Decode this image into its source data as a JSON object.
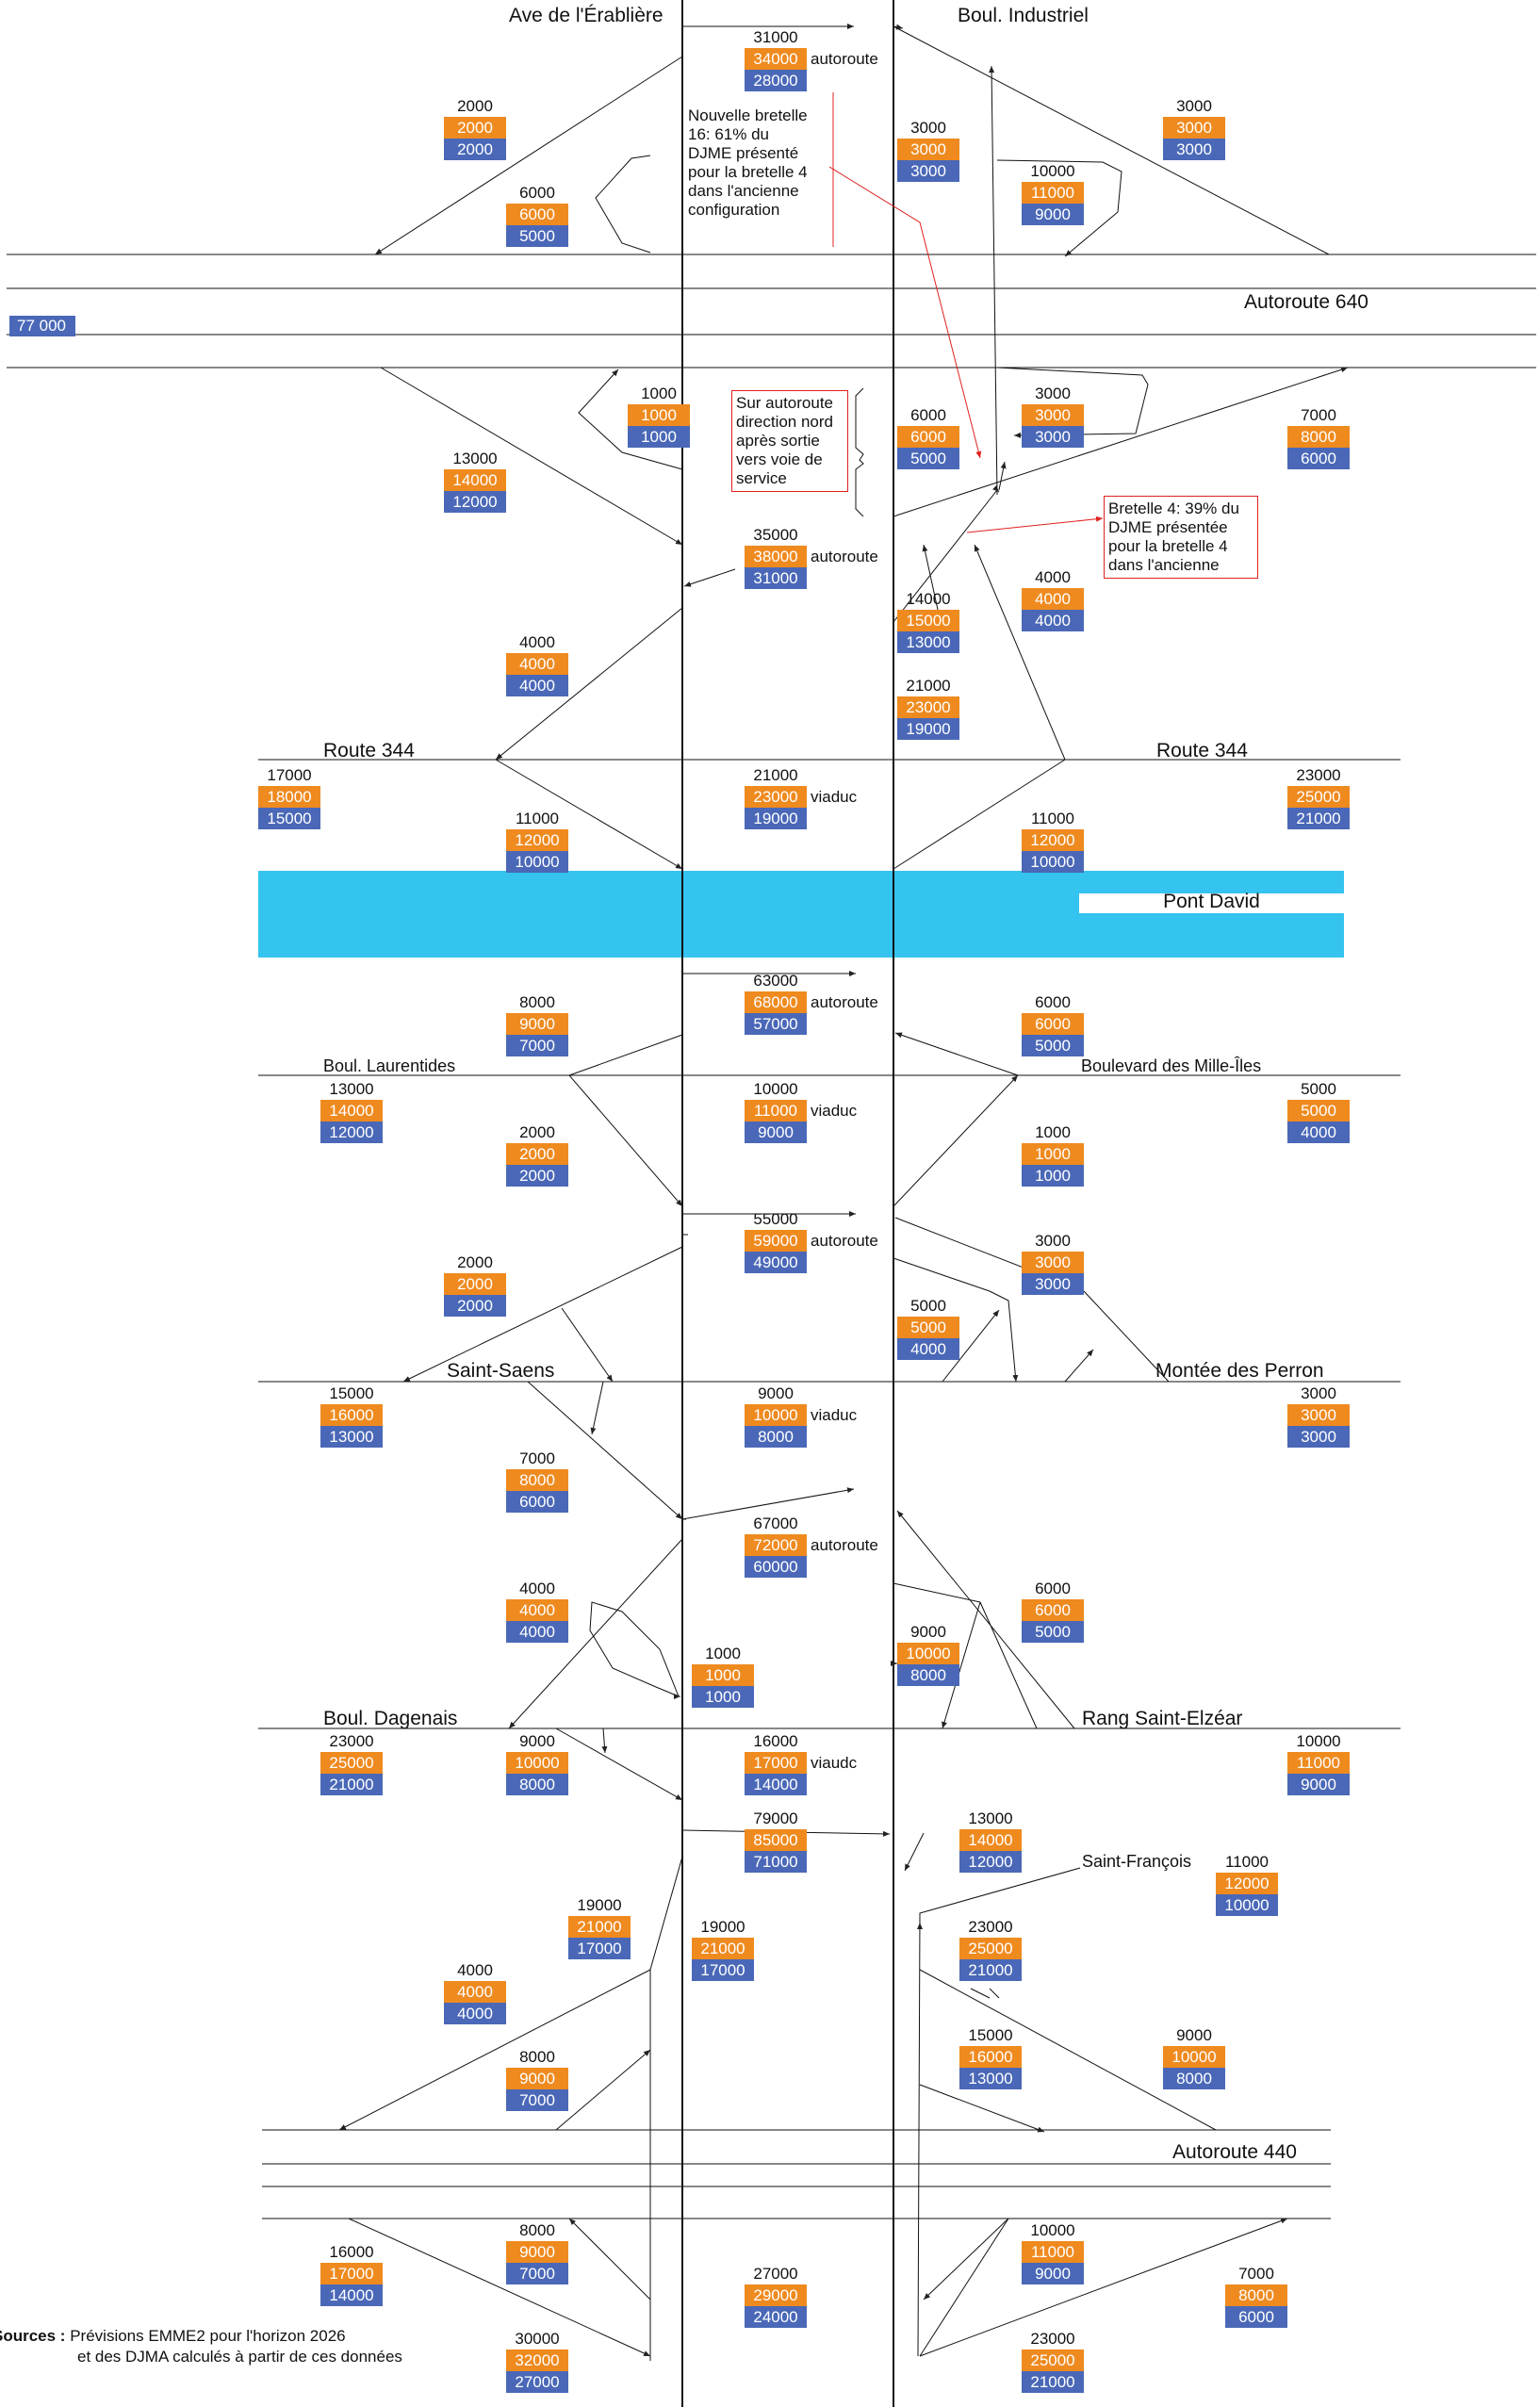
{
  "roads": {
    "erabliere": "Ave de l'Érablière",
    "industriel": "Boul. Industriel",
    "a640": "Autoroute 640",
    "r344_left": "Route 344",
    "r344_right": "Route 344",
    "pont": "Pont David",
    "laurentides": "Boul. Laurentides",
    "milleiles": "Boulevard des Mille-Îles",
    "saintsaens": "Saint-Saens",
    "perron": "Montée des Perron",
    "dagenais": "Boul. Dagenais",
    "elzear": "Rang Saint-Elzéar",
    "francois": "Saint-François",
    "a440": "Autoroute 440"
  },
  "tag_640": "77 000",
  "notes": {
    "bretelle16": "Nouvelle bretelle\n16: 61% du\nDJME présenté\npour la bretelle 4\ndans l'ancienne\nconfiguration",
    "sur_autoroute": "Sur autoroute\ndirection nord\naprès sortie\nvers voie de\nservice",
    "bretelle4": "Bretelle 4: 39% du\nDJME présentée\npour la bretelle 4\ndans l'ancienne"
  },
  "sources": {
    "label": "Sources :",
    "line1": "Prévisions EMME2 pour l'horizon 2026",
    "line2": "et des DJMA calculés à partir de ces données"
  },
  "colors": {
    "orange": "#ef8a1f",
    "blue": "#4a68b7",
    "river": "#35c3ef",
    "annotation_red": "#e02020"
  },
  "boxes": [
    {
      "id": "n1",
      "v1": "31000",
      "v2": "34000",
      "v3": "28000",
      "suffix": "autoroute"
    },
    {
      "id": "n2",
      "v1": "2000",
      "v2": "2000",
      "v3": "2000"
    },
    {
      "id": "n3",
      "v1": "6000",
      "v2": "6000",
      "v3": "5000"
    },
    {
      "id": "n4",
      "v1": "3000",
      "v2": "3000",
      "v3": "3000"
    },
    {
      "id": "n5",
      "v1": "10000",
      "v2": "11000",
      "v3": "9000"
    },
    {
      "id": "n6",
      "v1": "3000",
      "v2": "3000",
      "v3": "3000"
    },
    {
      "id": "n7",
      "v1": "1000",
      "v2": "1000",
      "v3": "1000"
    },
    {
      "id": "n8",
      "v1": "13000",
      "v2": "14000",
      "v3": "12000"
    },
    {
      "id": "n9",
      "v1": "6000",
      "v2": "6000",
      "v3": "5000"
    },
    {
      "id": "n10",
      "v1": "3000",
      "v2": "3000",
      "v3": "3000"
    },
    {
      "id": "n11",
      "v1": "7000",
      "v2": "8000",
      "v3": "6000"
    },
    {
      "id": "n12",
      "v1": "35000",
      "v2": "38000",
      "v3": "31000",
      "suffix": "autoroute"
    },
    {
      "id": "n13",
      "v1": "4000",
      "v2": "4000",
      "v3": "4000"
    },
    {
      "id": "n14",
      "v1": "14000",
      "v2": "15000",
      "v3": "13000"
    },
    {
      "id": "n15",
      "v1": "4000",
      "v2": "4000",
      "v3": "4000"
    },
    {
      "id": "n16",
      "v1": "21000",
      "v2": "23000",
      "v3": "19000"
    },
    {
      "id": "n17",
      "v1": "17000",
      "v2": "18000",
      "v3": "15000"
    },
    {
      "id": "n18",
      "v1": "21000",
      "v2": "23000",
      "v3": "19000",
      "suffix": "viaduc"
    },
    {
      "id": "n19",
      "v1": "23000",
      "v2": "25000",
      "v3": "21000"
    },
    {
      "id": "n20",
      "v1": "11000",
      "v2": "12000",
      "v3": "10000"
    },
    {
      "id": "n21",
      "v1": "11000",
      "v2": "12000",
      "v3": "10000"
    },
    {
      "id": "n22",
      "v1": "63000",
      "v2": "68000",
      "v3": "57000",
      "suffix": "autoroute"
    },
    {
      "id": "n23",
      "v1": "8000",
      "v2": "9000",
      "v3": "7000"
    },
    {
      "id": "n24",
      "v1": "6000",
      "v2": "6000",
      "v3": "5000"
    },
    {
      "id": "n25",
      "v1": "13000",
      "v2": "14000",
      "v3": "12000"
    },
    {
      "id": "n26",
      "v1": "10000",
      "v2": "11000",
      "v3": "9000",
      "suffix": "viaduc"
    },
    {
      "id": "n27",
      "v1": "5000",
      "v2": "5000",
      "v3": "4000"
    },
    {
      "id": "n28",
      "v1": "2000",
      "v2": "2000",
      "v3": "2000"
    },
    {
      "id": "n29",
      "v1": "1000",
      "v2": "1000",
      "v3": "1000"
    },
    {
      "id": "n30",
      "v1": "55000",
      "v2": "59000",
      "v3": "49000",
      "suffix": "autoroute"
    },
    {
      "id": "n31",
      "v1": "2000",
      "v2": "2000",
      "v3": "2000"
    },
    {
      "id": "n32",
      "v1": "3000",
      "v2": "3000",
      "v3": "3000"
    },
    {
      "id": "n33",
      "v1": "5000",
      "v2": "5000",
      "v3": "4000"
    },
    {
      "id": "n34",
      "v1": "15000",
      "v2": "16000",
      "v3": "13000"
    },
    {
      "id": "n35",
      "v1": "9000",
      "v2": "10000",
      "v3": "8000",
      "suffix": "viaduc"
    },
    {
      "id": "n36",
      "v1": "3000",
      "v2": "3000",
      "v3": "3000"
    },
    {
      "id": "n37",
      "v1": "7000",
      "v2": "8000",
      "v3": "6000"
    },
    {
      "id": "n38",
      "v1": "67000",
      "v2": "72000",
      "v3": "60000",
      "suffix": "autoroute"
    },
    {
      "id": "n39",
      "v1": "4000",
      "v2": "4000",
      "v3": "4000"
    },
    {
      "id": "n40",
      "v1": "6000",
      "v2": "6000",
      "v3": "5000"
    },
    {
      "id": "n41",
      "v1": "1000",
      "v2": "1000",
      "v3": "1000"
    },
    {
      "id": "n42",
      "v1": "9000",
      "v2": "10000",
      "v3": "8000"
    },
    {
      "id": "n43",
      "v1": "23000",
      "v2": "25000",
      "v3": "21000"
    },
    {
      "id": "n44",
      "v1": "9000",
      "v2": "10000",
      "v3": "8000"
    },
    {
      "id": "n45",
      "v1": "16000",
      "v2": "17000",
      "v3": "14000",
      "suffix": "viaudc"
    },
    {
      "id": "n46",
      "v1": "10000",
      "v2": "11000",
      "v3": "9000"
    },
    {
      "id": "n47",
      "v1": "79000",
      "v2": "85000",
      "v3": "71000"
    },
    {
      "id": "n48",
      "v1": "13000",
      "v2": "14000",
      "v3": "12000"
    },
    {
      "id": "n49",
      "v1": "11000",
      "v2": "12000",
      "v3": "10000"
    },
    {
      "id": "n50",
      "v1": "19000",
      "v2": "21000",
      "v3": "17000"
    },
    {
      "id": "n51",
      "v1": "19000",
      "v2": "21000",
      "v3": "17000"
    },
    {
      "id": "n52",
      "v1": "23000",
      "v2": "25000",
      "v3": "21000"
    },
    {
      "id": "n53",
      "v1": "4000",
      "v2": "4000",
      "v3": "4000"
    },
    {
      "id": "n54",
      "v1": "8000",
      "v2": "9000",
      "v3": "7000"
    },
    {
      "id": "n55",
      "v1": "15000",
      "v2": "16000",
      "v3": "13000"
    },
    {
      "id": "n56",
      "v1": "9000",
      "v2": "10000",
      "v3": "8000"
    },
    {
      "id": "n57",
      "v1": "8000",
      "v2": "9000",
      "v3": "7000"
    },
    {
      "id": "n58",
      "v1": "10000",
      "v2": "11000",
      "v3": "9000"
    },
    {
      "id": "n59",
      "v1": "16000",
      "v2": "17000",
      "v3": "14000"
    },
    {
      "id": "n60",
      "v1": "27000",
      "v2": "29000",
      "v3": "24000"
    },
    {
      "id": "n61",
      "v1": "7000",
      "v2": "8000",
      "v3": "6000"
    },
    {
      "id": "n62",
      "v1": "30000",
      "v2": "32000",
      "v3": "27000"
    },
    {
      "id": "n63",
      "v1": "23000",
      "v2": "25000",
      "v3": "21000"
    }
  ]
}
